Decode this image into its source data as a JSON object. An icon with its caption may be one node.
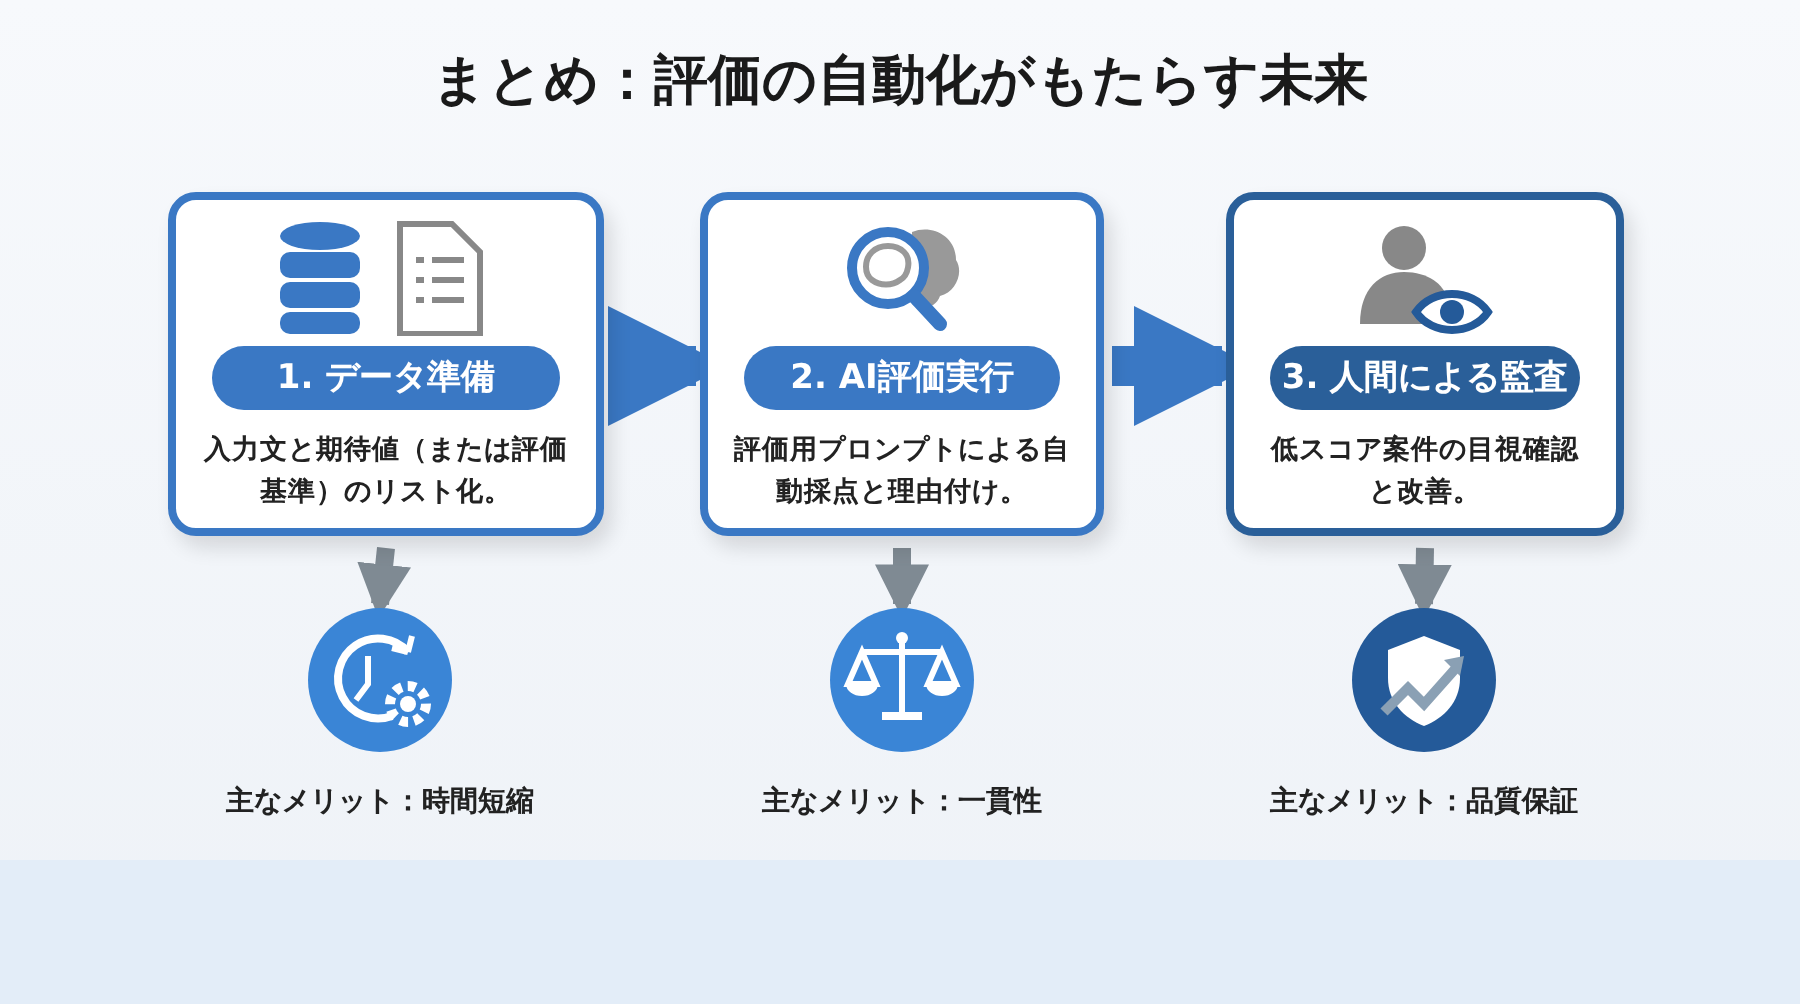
{
  "diagram": {
    "title": "まとめ：評価の自動化がもたらす未来",
    "nodes": [
      {
        "text": [
          "1. データ準備",
          "入力文と期待値（または評価基準）のリスト化。"
        ]
      },
      {
        "text": [
          "2. AI評価実行",
          "評価用プロンプトによる自動採点と理由付け。"
        ]
      },
      {
        "text": [
          "3. 人間による監査",
          "低スコア案件の目視確認と改善。"
        ]
      },
      {
        "text": [],
        "shape": "circle",
        "beside": [
          "主なメリット：時間短縮"
        ]
      },
      {
        "text": [],
        "shape": "circle",
        "beside": [
          "主なメリット：一貫性"
        ]
      },
      {
        "text": [],
        "shape": "circle",
        "beside": [
          "主なメリット：品質保証"
        ]
      }
    ],
    "edges": [
      {
        "from": 0,
        "to": 1,
        "arrow": "to",
        "style": "thick"
      },
      {
        "from": 1,
        "to": 2,
        "arrow": "to",
        "style": "thick"
      },
      {
        "from": 0,
        "to": 3,
        "arrow": "to",
        "color": "#7f8a93"
      },
      {
        "from": 1,
        "to": 4,
        "arrow": "to",
        "color": "#7f8a93"
      },
      {
        "from": 2,
        "to": 5,
        "arrow": "to",
        "color": "#7f8a93"
      }
    ]
  }
}
